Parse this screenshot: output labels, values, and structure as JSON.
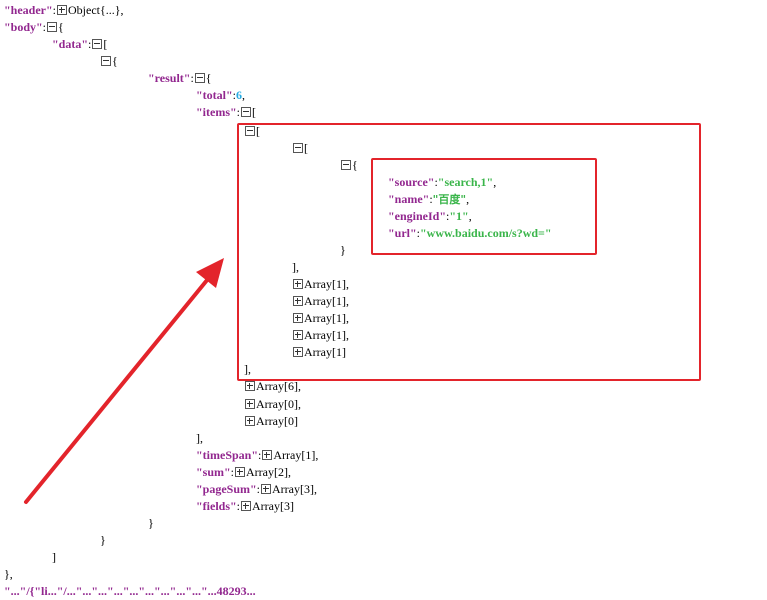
{
  "tree": {
    "header_key": "\"header\"",
    "colon": ":",
    "object_collapsed": "Object{...},",
    "body_key": "\"body\"",
    "open_brace": "{",
    "open_bracket": "[",
    "data_key": "\"data\"",
    "result_key": "\"result\"",
    "total_key": "\"total\"",
    "total_value": "6",
    "comma": ",",
    "items_key": "\"items\"",
    "source_key": "\"source\"",
    "source_value": "\"search,1\"",
    "name_key": "\"name\"",
    "name_value": "\"百度\"",
    "engineId_key": "\"engineId\"",
    "engineId_value": "\"1\"",
    "url_key": "\"url\"",
    "url_value": "\"www.baidu.com/s?wd=\"",
    "close_brace": "}",
    "close_bracket_comma": "],",
    "close_bracket": "]",
    "close_brace_comma": "},",
    "array_1_comma": "Array[1],",
    "array_1": "Array[1]",
    "array_6_comma": "Array[6],",
    "array_0_comma": "Array[0],",
    "array_0": "Array[0]",
    "timeSpan_key": "\"timeSpan\"",
    "timeSpan_value": "Array[1],",
    "sum_key": "\"sum\"",
    "sum_value": "Array[2],",
    "pageSum_key": "\"pageSum\"",
    "pageSum_value": "Array[3],",
    "fields_key": "\"fields\"",
    "fields_value": "Array[3]",
    "cut_line": "\"...\"/{\"li...\"/...\"...\"...\"...\"...\"...\"...\"...\"...\"...48293..."
  },
  "colors": {
    "key": "#92278f",
    "string": "#3ab54a",
    "number": "#25aae1",
    "highlight": "#e3242b"
  }
}
